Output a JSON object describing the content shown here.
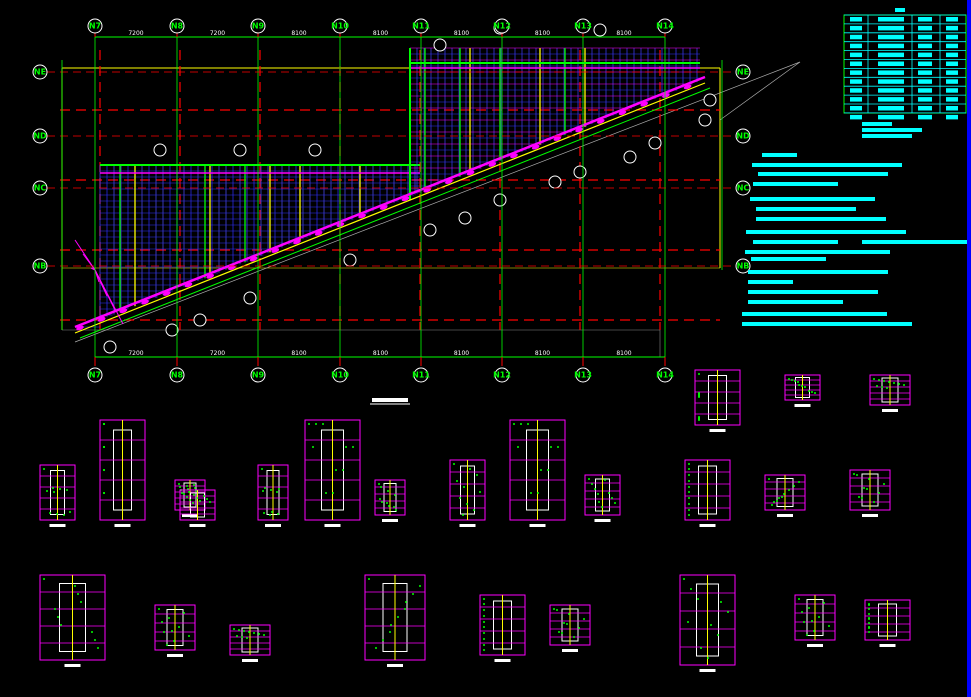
{
  "drawing": {
    "column_axes": [
      "N7",
      "N8",
      "N9",
      "N10",
      "N11",
      "N12",
      "N13",
      "N14"
    ],
    "row_axes": [
      "NE",
      "ND",
      "NC",
      "NB"
    ],
    "dimensions": [
      "7200",
      "7200",
      "8100",
      "8100",
      "8100",
      "8100",
      "8100"
    ],
    "colors": {
      "background": "#000000",
      "axis_line": "#00ff00",
      "axis_leader": "#ff0000",
      "dashed_grid": "#ff0000",
      "rebar_main": "#ff00ff",
      "rebar_blue": "#3030ff",
      "rebar_yellow": "#ffff00",
      "table": "#00ffff",
      "frame": "#0000ff"
    }
  }
}
